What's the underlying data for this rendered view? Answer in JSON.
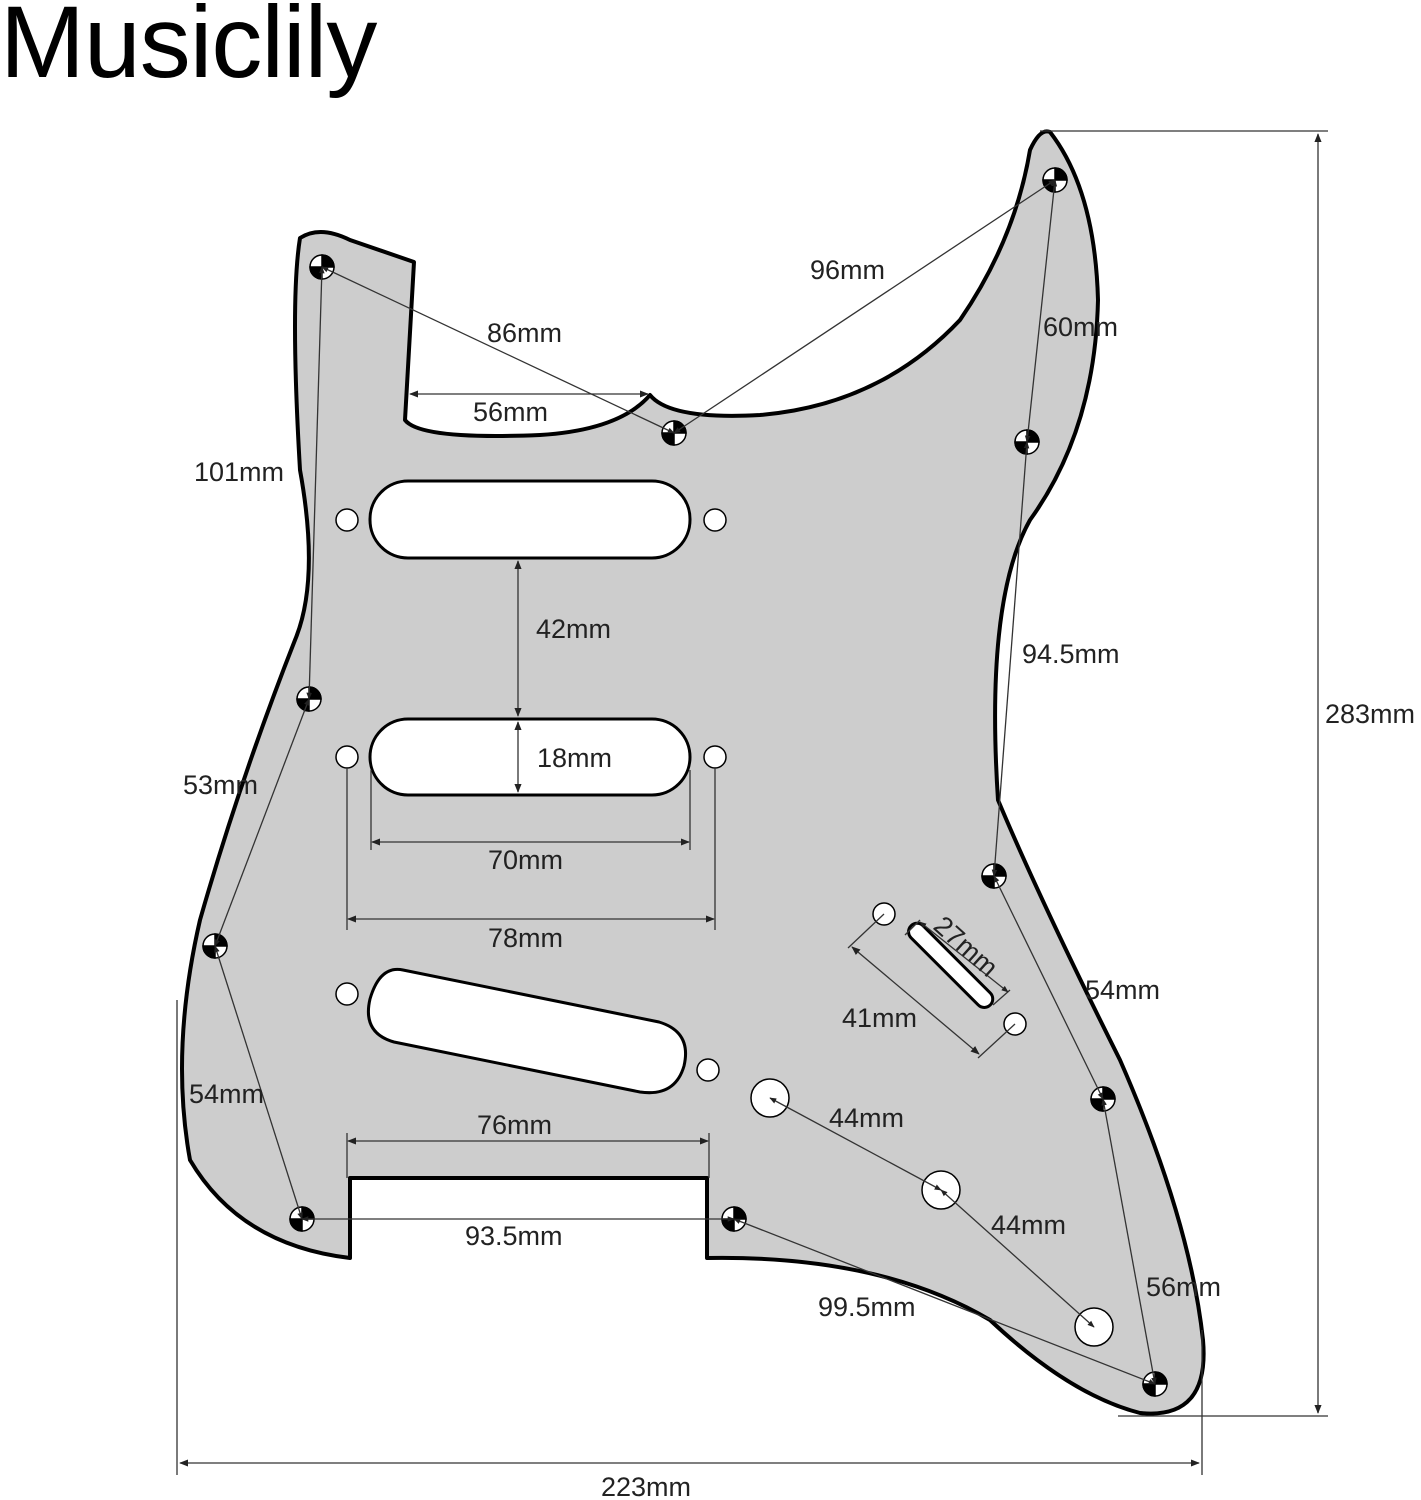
{
  "brand": "Musiclily",
  "colors": {
    "pickguard_fill": "#cdcdcd",
    "outline": "#000000",
    "line": "#333333",
    "hole": "#ffffff",
    "label": "#222222"
  },
  "dimensions": {
    "d_96": "96mm",
    "d_86": "86mm",
    "d_60": "60mm",
    "d_56_top": "56mm",
    "d_101": "101mm",
    "d_42": "42mm",
    "d_18": "18mm",
    "d_70": "70mm",
    "d_78": "78mm",
    "d_94_5": "94.5mm",
    "d_283": "283mm",
    "d_53": "53mm",
    "d_27": "27mm",
    "d_41": "41mm",
    "d_54_right": "54mm",
    "d_54_left": "54mm",
    "d_44_a": "44mm",
    "d_44_b": "44mm",
    "d_76": "76mm",
    "d_93_5": "93.5mm",
    "d_99_5": "99.5mm",
    "d_56_bottom": "56mm",
    "d_223": "223mm"
  }
}
